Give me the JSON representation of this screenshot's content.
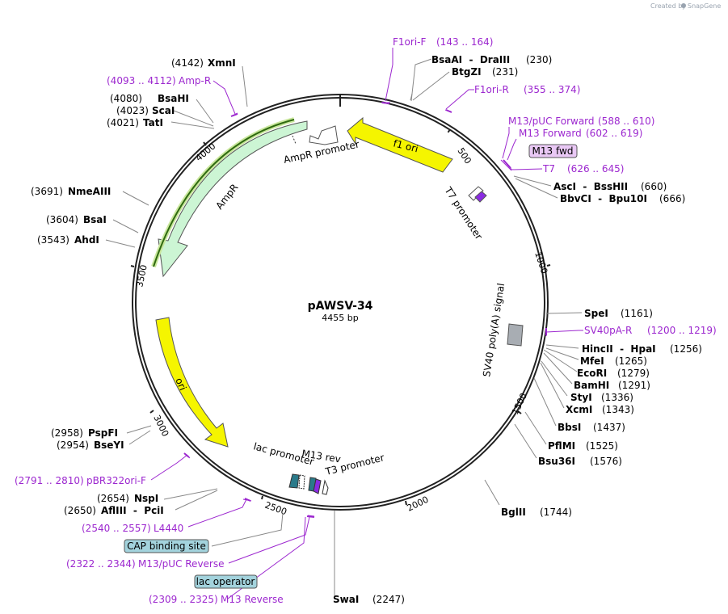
{
  "header": {
    "created_by": "Created by",
    "brand": "SnapGene"
  },
  "plasmid": {
    "name": "pAWSV-34",
    "length_label": "4455 bp",
    "length": 4455
  },
  "ticks": [
    "500",
    "1000",
    "1500",
    "2000",
    "2500",
    "3000",
    "3500",
    "4000"
  ],
  "features": [
    {
      "name": "f1 ori",
      "label": "f1 ori"
    },
    {
      "name": "AmpR promoter",
      "label": "AmpR promoter"
    },
    {
      "name": "AmpR",
      "label": "AmpR"
    },
    {
      "name": "ori",
      "label": "ori"
    },
    {
      "name": "T7 promoter",
      "label": "T7 promoter"
    },
    {
      "name": "SV40 poly(A) signal",
      "label": "SV40 poly(A) signal"
    },
    {
      "name": "lac promoter",
      "label": "lac promoter"
    },
    {
      "name": "M13 rev",
      "label": "M13 rev"
    },
    {
      "name": "T3 promoter",
      "label": "T3 promoter"
    }
  ],
  "site_labels": [
    {
      "name": "XmnI",
      "pos": "(4142)"
    },
    {
      "name": "BsaHI",
      "pos": "(4080)"
    },
    {
      "name": "ScaI",
      "pos": "(4023)"
    },
    {
      "name": "TatI",
      "pos": "(4021)"
    },
    {
      "name": "NmeAIII",
      "pos": "(3691)"
    },
    {
      "name": "BsaI",
      "pos": "(3604)"
    },
    {
      "name": "AhdI",
      "pos": "(3543)"
    },
    {
      "name": "PspFI",
      "pos": "(2958)"
    },
    {
      "name": "BseYI",
      "pos": "(2954)"
    },
    {
      "name": "NspI",
      "pos": "(2654)"
    },
    {
      "name": "AflIII  -  PciI",
      "pos": "(2650)"
    },
    {
      "name": "BsaAI  -  DraIII",
      "pos": "(230)"
    },
    {
      "name": "BtgZI",
      "pos": "(231)"
    },
    {
      "name": "AscI  -  BssHII",
      "pos": "(660)"
    },
    {
      "name": "BbvCI  -  Bpu10I",
      "pos": "(666)"
    },
    {
      "name": "SpeI",
      "pos": "(1161)"
    },
    {
      "name": "HincII  -  HpaI",
      "pos": "(1256)"
    },
    {
      "name": "MfeI",
      "pos": "(1265)"
    },
    {
      "name": "EcoRI",
      "pos": "(1279)"
    },
    {
      "name": "BamHI",
      "pos": "(1291)"
    },
    {
      "name": "StyI",
      "pos": "(1336)"
    },
    {
      "name": "XcmI",
      "pos": "(1343)"
    },
    {
      "name": "BbsI",
      "pos": "(1437)"
    },
    {
      "name": "PflMI",
      "pos": "(1525)"
    },
    {
      "name": "Bsu36I",
      "pos": "(1576)"
    },
    {
      "name": "BglII",
      "pos": "(1744)"
    },
    {
      "name": "SwaI",
      "pos": "(2247)"
    }
  ],
  "primer_labels": [
    {
      "name": "Amp-R",
      "pos": "(4093 .. 4112)"
    },
    {
      "name": "F1ori-F",
      "pos": "(143 .. 164)"
    },
    {
      "name": "F1ori-R",
      "pos": "(355 .. 374)"
    },
    {
      "name": "M13/pUC Forward",
      "pos": "(588 .. 610)"
    },
    {
      "name": "M13 Forward",
      "pos": "(602 .. 619)"
    },
    {
      "name": "T7",
      "pos": "(626 .. 645)"
    },
    {
      "name": "SV40pA-R",
      "pos": "(1200 .. 1219)"
    },
    {
      "name": "pBR322ori-F",
      "pos": "(2791 .. 2810)"
    },
    {
      "name": "L4440",
      "pos": "(2540 .. 2557)"
    },
    {
      "name": "M13/pUC Reverse",
      "pos": "(2322 .. 2344)"
    },
    {
      "name": "M13 Reverse",
      "pos": "(2309 .. 2325)"
    }
  ],
  "boxed_labels": {
    "m13_fwd": "M13 fwd",
    "cap": "CAP binding site",
    "lac_operator": "lac operator"
  },
  "colors": {
    "backbone": "#222222",
    "primer": "#9c27cf",
    "f1ori_fill": "#f5f500",
    "ampr_fill": "#ccf5d4",
    "ampr_highlight": "#4a8a1a",
    "promoter_fill": "#ffffff",
    "polyA_fill": "#a8adb3",
    "cap_box": "#a3d3dd",
    "m13fwd_box": "#e9c8f5"
  }
}
